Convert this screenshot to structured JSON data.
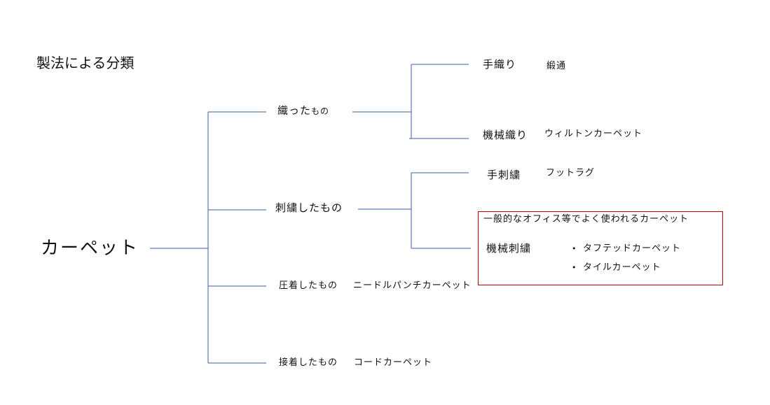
{
  "page_title": "製法による分類",
  "root": "カーペット",
  "line_color": "#3b5ea8",
  "highlight_color": "#c00000",
  "branches": {
    "woven": {
      "label": "織った",
      "label_suffix": "もの",
      "children": {
        "hand": {
          "label": "手織り",
          "example": "緞通"
        },
        "machine": {
          "label": "機械織り",
          "example": "ウィルトンカーペット"
        }
      }
    },
    "embroidered": {
      "label": "刺繍したもの",
      "children": {
        "hand": {
          "label": "手刺繍",
          "example": "フットラグ"
        },
        "machine": {
          "label": "機械刺繍",
          "note": "一般的なオフィス等でよく使われるカーペット",
          "examples": [
            "タフテッドカーペット",
            "タイルカーペット"
          ]
        }
      }
    },
    "pressed": {
      "label": "圧着したもの",
      "example": "ニードルパンチカーペット"
    },
    "bonded": {
      "label": "接着したもの",
      "example": "コードカーペット"
    }
  }
}
